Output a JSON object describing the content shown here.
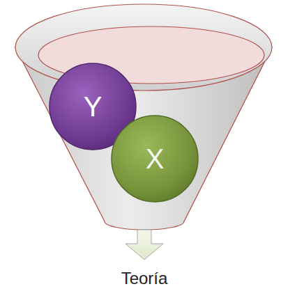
{
  "diagram": {
    "nodes": [
      {
        "text": [
          "Y"
        ]
      },
      {
        "text": [
          "X"
        ]
      }
    ],
    "labels": [
      "Teoría"
    ]
  }
}
